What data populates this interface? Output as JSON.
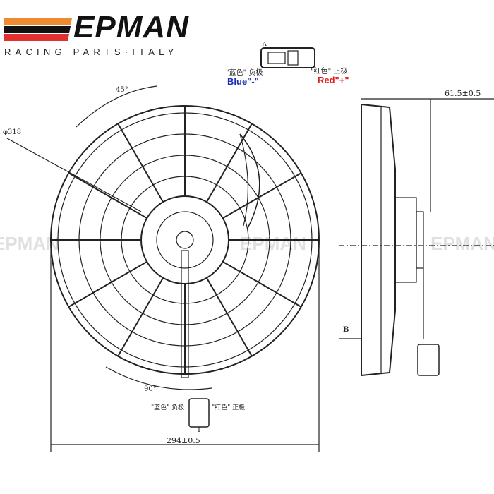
{
  "brand": {
    "name": "EPMAN",
    "tagline": "RACING PARTS·ITALY",
    "colors": [
      "#f08a30",
      "#111111",
      "#e03030"
    ]
  },
  "connector": {
    "label_a": "A",
    "neg_cn": "\"蓝色\" 负极",
    "pos_cn": "\"红色\" 正极",
    "neg_en": "Blue\"-\"",
    "pos_en": "Red\"+\""
  },
  "dimensions": {
    "angle_top": "45°",
    "diameter": "φ318",
    "depth": "61.5±0.5",
    "section_b": "B",
    "angle_bottom": "90°",
    "width": "294±0.5",
    "section_i": "I"
  },
  "wire_labels": {
    "neg": "\"蓝色\" 负极",
    "pos": "\"红色\" 正极"
  },
  "watermark": "EPMAN"
}
